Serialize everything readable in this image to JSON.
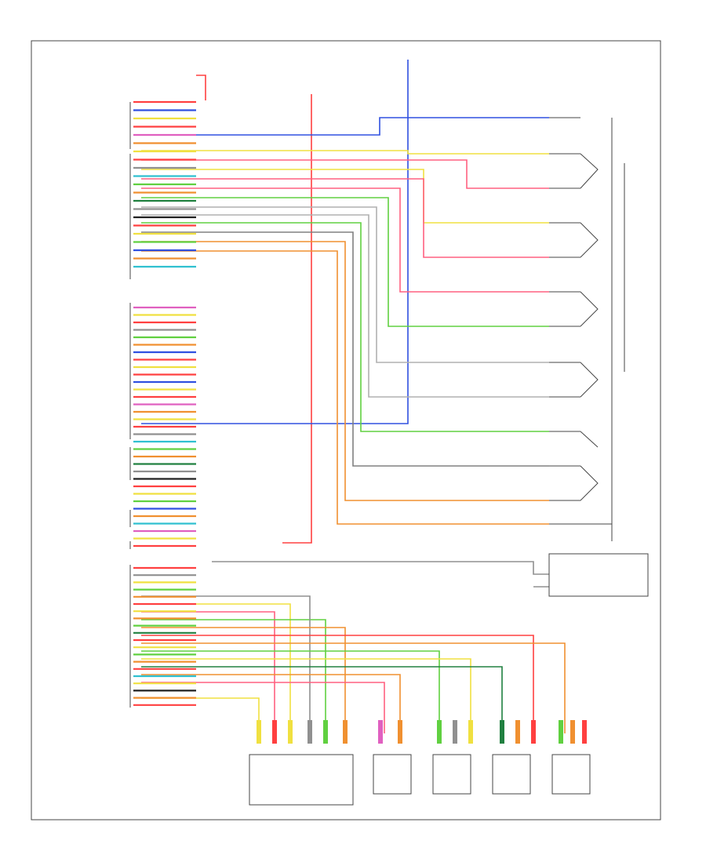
{
  "diagram": {
    "footer_code": "",
    "connector_labels": {
      "top_left": "",
      "mid_left": "",
      "bottom_left": "",
      "lumbar": "",
      "power_seat_motor": ""
    },
    "colors": {
      "frame": "#444444",
      "red": "#ff4040",
      "blue": "#3050e0",
      "yellow": "#f0e040",
      "green": "#60d040",
      "orange": "#f09030",
      "gray": "#909090",
      "cyan": "#30c0d0",
      "pink": "#e060c0",
      "darkgreen": "#208040",
      "black": "#202020"
    },
    "wire_stub_colors": [
      "red",
      "blue",
      "yellow",
      "red",
      "pink",
      "orange",
      "yellow",
      "red",
      "gray",
      "cyan",
      "green",
      "orange",
      "darkgreen",
      "gray",
      "black",
      "red",
      "yellow",
      "green",
      "blue",
      "orange",
      "cyan",
      "pink",
      "yellow",
      "red",
      "gray",
      "green",
      "orange",
      "blue",
      "red",
      "yellow"
    ],
    "lower_stub_colors": [
      "red",
      "gray",
      "yellow",
      "green",
      "orange",
      "red",
      "yellow",
      "orange",
      "green",
      "darkgreen",
      "red",
      "yellow",
      "green",
      "orange",
      "red",
      "cyan",
      "yellow",
      "black",
      "orange",
      "red"
    ],
    "motor_boxes": 3,
    "lumbar_boxes": 4
  }
}
